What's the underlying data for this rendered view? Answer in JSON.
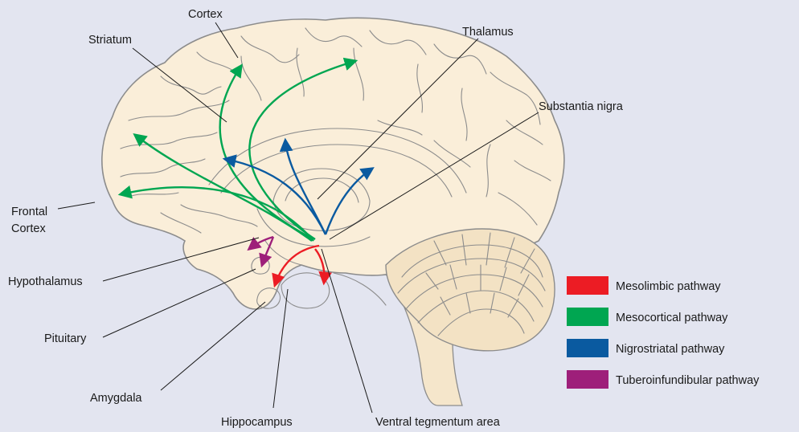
{
  "labels": {
    "cortex": "Cortex",
    "striatum": "Striatum",
    "thalamus": "Thalamus",
    "substantia_nigra": "Substantia nigra",
    "frontal_cortex_line1": "Frontal",
    "frontal_cortex_line2": "Cortex",
    "hypothalamus": "Hypothalamus",
    "pituitary": "Pituitary",
    "amygdala": "Amygdala",
    "hippocampus": "Hippocampus",
    "ventral_tegmentum_area": "Ventral tegmentum area"
  },
  "legend": {
    "items": [
      {
        "label": "Mesolimbic pathway",
        "color": "#ec1c24"
      },
      {
        "label": "Mesocortical pathway",
        "color": "#00a651"
      },
      {
        "label": "Nigrostriatal pathway",
        "color": "#0a5aa0"
      },
      {
        "label": "Tuberoinfundibular pathway",
        "color": "#9e1f7a"
      }
    ]
  },
  "colors": {
    "background": "#e3e5f0",
    "brain_fill": "#faeed9",
    "outline": "#8c8c8c"
  }
}
